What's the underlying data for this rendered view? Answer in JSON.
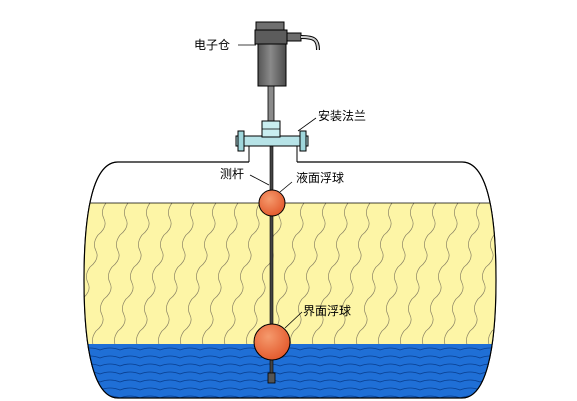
{
  "labels": {
    "electronic_housing": "电子仓",
    "mounting_flange": "安装法兰",
    "probe_rod": "测杆",
    "level_float": "液面浮球",
    "interface_float": "界面浮球"
  },
  "colors": {
    "upper_liquid": "#fdf5a6",
    "lower_liquid": "#1f6fd6",
    "float_ball": "#ee6a3b",
    "housing": "#6f6f6f",
    "flange": "#b7e3e7",
    "outline": "#000000"
  }
}
